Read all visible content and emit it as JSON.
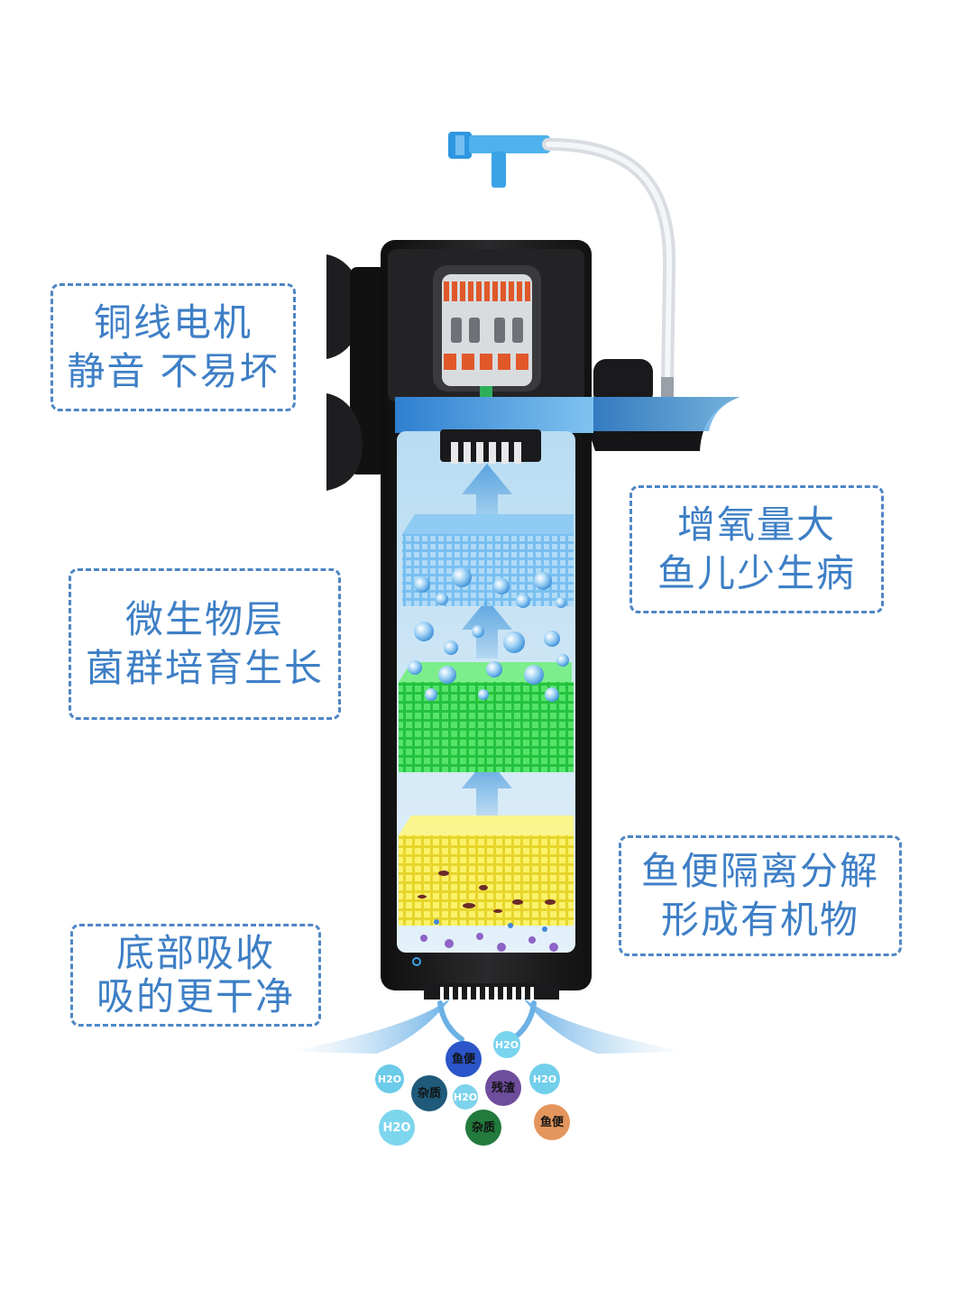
{
  "callouts": {
    "motor": {
      "line1": "铜线电机",
      "line2": "静音 不易坏"
    },
    "oxygen": {
      "line1": "增氧量大",
      "line2": "鱼儿少生病"
    },
    "bio": {
      "line1": "微生物层",
      "line2": "菌群培育生长"
    },
    "waste": {
      "line1": "鱼便隔离分解",
      "line2": "形成有机物"
    },
    "bottom": {
      "line1": "底部吸收",
      "line2": "吸的更干净"
    }
  },
  "particles": [
    {
      "label": "鱼便",
      "color": "#2b55c8"
    },
    {
      "label": "H2O",
      "color": "#79d4ee"
    },
    {
      "label": "H2O",
      "color": "#6ccbe9"
    },
    {
      "label": "杂质",
      "color": "#1f5a7a"
    },
    {
      "label": "H2O",
      "color": "#7ed3ec"
    },
    {
      "label": "残渣",
      "color": "#6e4d9c"
    },
    {
      "label": "H2O",
      "color": "#72cfeb"
    },
    {
      "label": "H2O",
      "color": "#7dd6ee"
    },
    {
      "label": "杂质",
      "color": "#227a3c"
    },
    {
      "label": "鱼便",
      "color": "#e4955c"
    }
  ],
  "colors": {
    "callout_border": "#4e86c4",
    "callout_text": "#3e7fc6",
    "filter_body": "#1c1c1e",
    "water": "#cfe6f3",
    "sponge_blue": "#4fa9ea",
    "sponge_green": "#32d74a",
    "sponge_yellow": "#f4e844",
    "air_tube": "#3aa3e6"
  }
}
